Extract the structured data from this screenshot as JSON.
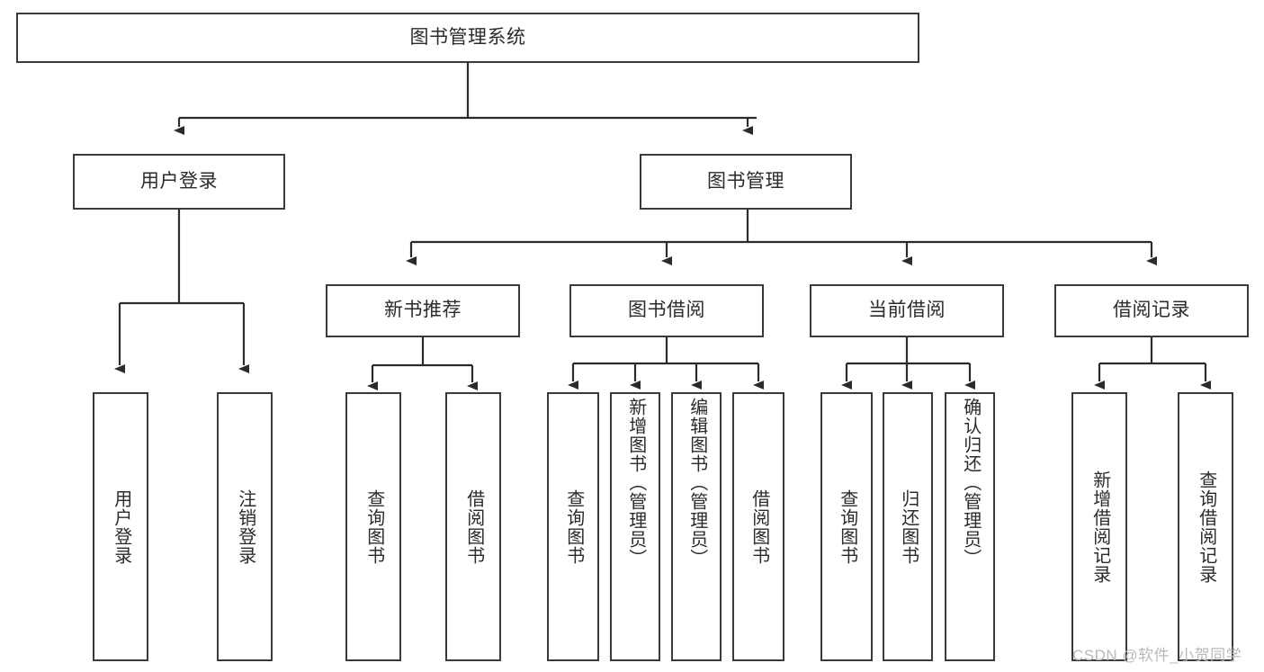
{
  "diagram": {
    "title": "图书管理系统",
    "type": "tree-hierarchy",
    "watermark": "CSDN @软件_小贺同学",
    "colors": {
      "box_border": "#3a3a3a",
      "box_fill": "#ffffff",
      "text": "#2b2b2b",
      "connector": "#2b2b2b",
      "watermark": "#b9b9b9",
      "background": "#ffffff"
    },
    "nodes": {
      "root": {
        "label": "图书管理系统"
      },
      "level2": [
        {
          "label": "用户登录"
        },
        {
          "label": "图书管理"
        }
      ],
      "level3": [
        {
          "label": "新书推荐"
        },
        {
          "label": "图书借阅"
        },
        {
          "label": "当前借阅"
        },
        {
          "label": "借阅记录"
        }
      ],
      "leaves": {
        "user_login": [
          {
            "label": "用户登录"
          },
          {
            "label": "注销登录"
          }
        ],
        "new_book_recommend": [
          {
            "label": "查询图书"
          },
          {
            "label": "借阅图书"
          }
        ],
        "book_borrow": [
          {
            "label": "查询图书"
          },
          {
            "label": "新增图书（管理员）"
          },
          {
            "label": "编辑图书（管理员）"
          },
          {
            "label": "借阅图书"
          }
        ],
        "current_borrow": [
          {
            "label": "查询图书"
          },
          {
            "label": "归还图书"
          },
          {
            "label": "确认归还（管理员）"
          }
        ],
        "borrow_record": [
          {
            "label": "新增借阅记录"
          },
          {
            "label": "查询借阅记录"
          }
        ]
      }
    }
  }
}
